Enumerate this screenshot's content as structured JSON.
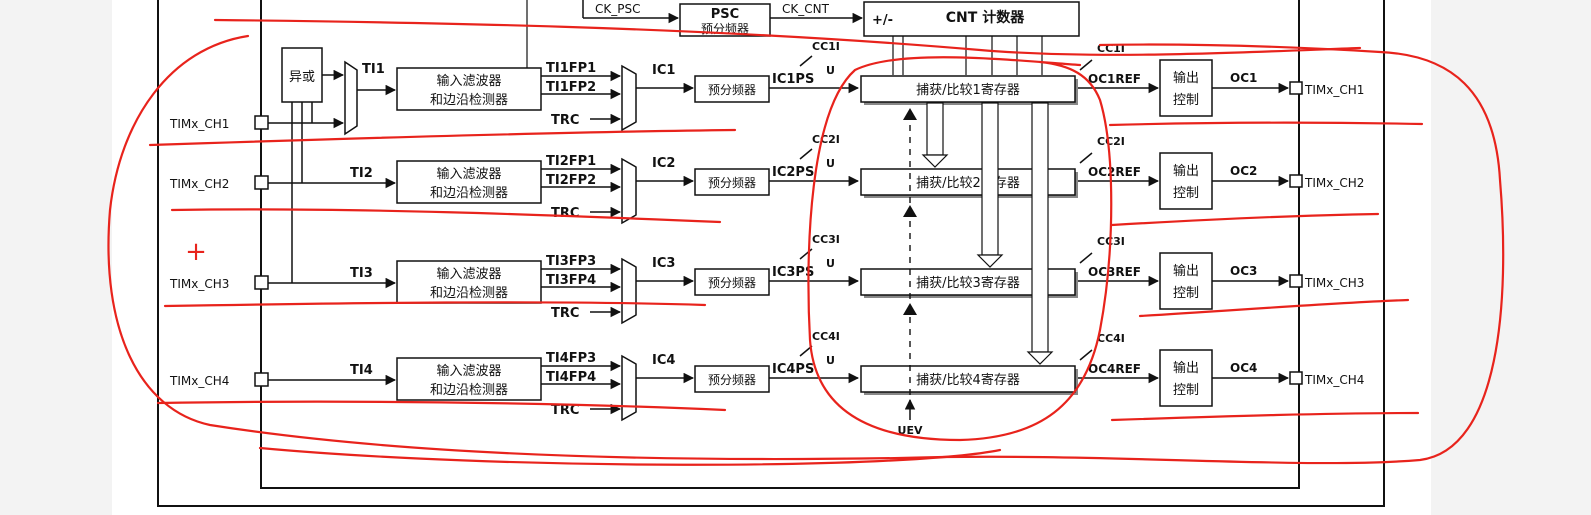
{
  "top": {
    "ck_psc": "CK_PSC",
    "psc": "PSC",
    "psc_sub": "预分频器",
    "ck_cnt": "CK_CNT",
    "cnt_sign": "+/-",
    "cnt_label": "CNT 计数器"
  },
  "xor_label": "异或",
  "uev_label": "UEV",
  "channels": [
    {
      "pin": "TIMx_CH1",
      "ti": "TI1",
      "filter_line1": "输入滤波器",
      "filter_line2": "和边沿检测器",
      "fp_a": "TI1FP1",
      "fp_b": "TI1FP2",
      "trc": "TRC",
      "ic": "IC1",
      "prescaler": "预分频器",
      "icps": "IC1PS",
      "cci": "CC1I",
      "u": "U",
      "ccr": "捕获/比较1寄存器",
      "ccoi": "CC1I",
      "ocref": "OC1REF",
      "out_line1": "输出",
      "out_line2": "控制",
      "oc": "OC1",
      "out_pin": "TIMx_CH1"
    },
    {
      "pin": "TIMx_CH2",
      "ti": "TI2",
      "filter_line1": "输入滤波器",
      "filter_line2": "和边沿检测器",
      "fp_a": "TI2FP1",
      "fp_b": "TI2FP2",
      "trc": "TRC",
      "ic": "IC2",
      "prescaler": "预分频器",
      "icps": "IC2PS",
      "cci": "CC2I",
      "u": "U",
      "ccr": "捕获/比较2寄存器",
      "ccoi": "CC2I",
      "ocref": "OC2REF",
      "out_line1": "输出",
      "out_line2": "控制",
      "oc": "OC2",
      "out_pin": "TIMx_CH2"
    },
    {
      "pin": "TIMx_CH3",
      "ti": "TI3",
      "filter_line1": "输入滤波器",
      "filter_line2": "和边沿检测器",
      "fp_a": "TI3FP3",
      "fp_b": "TI3FP4",
      "trc": "TRC",
      "ic": "IC3",
      "prescaler": "预分频器",
      "icps": "IC3PS",
      "cci": "CC3I",
      "u": "U",
      "ccr": "捕获/比较3寄存器",
      "ccoi": "CC3I",
      "ocref": "OC3REF",
      "out_line1": "输出",
      "out_line2": "控制",
      "oc": "OC3",
      "out_pin": "TIMx_CH3"
    },
    {
      "pin": "TIMx_CH4",
      "ti": "TI4",
      "filter_line1": "输入滤波器",
      "filter_line2": "和边沿检测器",
      "fp_a": "TI4FP3",
      "fp_b": "TI4FP4",
      "trc": "TRC",
      "ic": "IC4",
      "prescaler": "预分频器",
      "icps": "IC4PS",
      "cci": "CC4I",
      "u": "U",
      "ccr": "捕获/比较4寄存器",
      "ccoi": "CC4I",
      "ocref": "OC4REF",
      "out_line1": "输出",
      "out_line2": "控制",
      "oc": "OC4",
      "out_pin": "TIMx_CH4"
    }
  ],
  "annotation_color": "#e8231c",
  "cursor_glyph": "+"
}
